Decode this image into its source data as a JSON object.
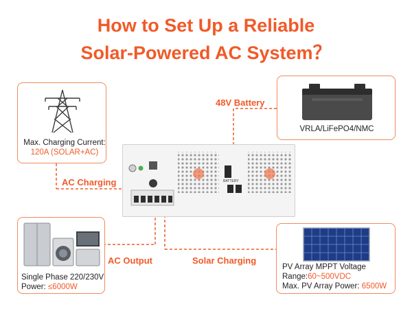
{
  "title": {
    "line1": "How to Set Up a Reliable",
    "line2": "Solar-Powered AC System？"
  },
  "grid_card": {
    "icon": "transmission-tower-icon",
    "line1": "Max. Charging Current:",
    "line2": "120A (SOLAR+AC)"
  },
  "battery_card": {
    "icon": "battery-icon",
    "text": "VRLA/LiFePO4/NMC"
  },
  "appliance_card": {
    "icon": "home-appliances-icon",
    "line1": "Single Phase 220/230V",
    "power_prefix": "Power: ",
    "power_value": "≤6000W"
  },
  "pv_card": {
    "icon": "solar-panel-icon",
    "line1": "PV Array MPPT Voltage",
    "range_prefix": "Range:",
    "range_value": "60~500VDC",
    "power_prefix": "Max. PV Array Power: ",
    "power_value": "6500W"
  },
  "labels": {
    "battery": "48V Battery",
    "ac_charging": "AC Charging",
    "ac_output": "AC Output",
    "solar_charging": "Solar Charging"
  },
  "inverter": {
    "icon": "inverter-icon",
    "battery_port_label": "BATTERY"
  },
  "colors": {
    "accent": "#f05a28",
    "card_border": "#f08a5d",
    "connector": "#f05a28"
  }
}
